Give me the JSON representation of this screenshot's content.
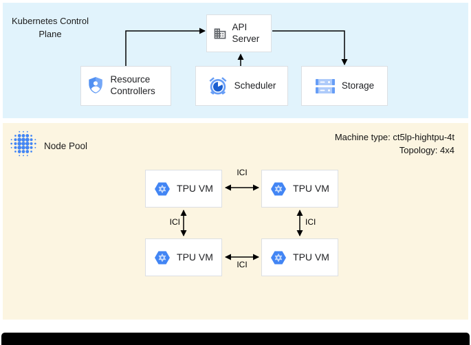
{
  "colors": {
    "control_plane_bg": "#e1f3fc",
    "node_pool_bg": "#fcf5e1",
    "box_border": "#dcdfe3",
    "arrow": "#000000",
    "google_blue": "#4285f4",
    "blue_light": "#669df6",
    "blue_pale": "#aecbfa",
    "clock_face_blue": "#1a5fd0",
    "icon_gray": "#5f6368",
    "text": "#202124"
  },
  "control_plane": {
    "title": "Kubernetes Control Plane",
    "api_server": {
      "label": "API Server",
      "icon": "building-icon"
    },
    "resource_controllers": {
      "label": "Resource Controllers",
      "icon": "shield-user-icon"
    },
    "scheduler": {
      "label": "Scheduler",
      "icon": "alarm-clock-icon"
    },
    "storage": {
      "label": "Storage",
      "icon": "disk-stack-icon"
    }
  },
  "node_pool": {
    "title": "Node Pool",
    "icon": "dot-grid-icon",
    "machine_type": "Machine type: ct5lp-hightpu-4t",
    "topology": "Topology: 4x4",
    "vms": [
      {
        "label": "TPU VM",
        "icon": "tpu-hexagon-icon"
      },
      {
        "label": "TPU VM",
        "icon": "tpu-hexagon-icon"
      },
      {
        "label": "TPU VM",
        "icon": "tpu-hexagon-icon"
      },
      {
        "label": "TPU VM",
        "icon": "tpu-hexagon-icon"
      }
    ],
    "links": [
      {
        "label": "ICI",
        "position": "top"
      },
      {
        "label": "ICI",
        "position": "left"
      },
      {
        "label": "ICI",
        "position": "right"
      },
      {
        "label": "ICI",
        "position": "bottom"
      }
    ]
  }
}
